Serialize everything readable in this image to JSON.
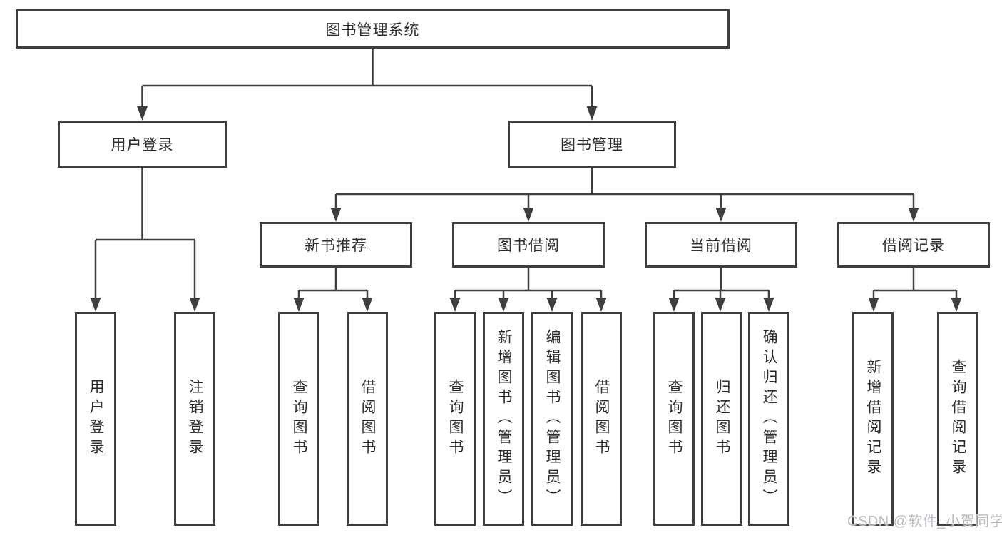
{
  "nodes": {
    "root": "图书管理系统",
    "user_login": "用户登录",
    "book_management": "图书管理",
    "new_book_recommend": "新书推荐",
    "book_borrow": "图书借阅",
    "current_borrow": "当前借阅",
    "borrow_records": "借阅记录",
    "leaf_user_login": "用户登录",
    "leaf_logout": "注销登录",
    "leaf_query_book_recommend": "查询图书",
    "leaf_borrow_book_recommend": "借阅图书",
    "leaf_query_book_borrow": "查询图书",
    "leaf_add_book_admin": "新增图书（管理员）",
    "leaf_edit_book_admin": "编辑图书（管理员）",
    "leaf_borrow_book_borrow": "借阅图书",
    "leaf_query_book_current": "查询图书",
    "leaf_return_book": "归还图书",
    "leaf_confirm_return_admin": "确认归还（管理员）",
    "leaf_add_borrow_record": "新增借阅记录",
    "leaf_query_borrow_record": "查询借阅记录"
  },
  "watermark": {
    "text": "CSDN @软件_小贺同学"
  },
  "colors": {
    "line": "#3e3e3e",
    "text": "#2d2d2d",
    "background": "#ffffff",
    "watermark": "#b8bcc1"
  }
}
